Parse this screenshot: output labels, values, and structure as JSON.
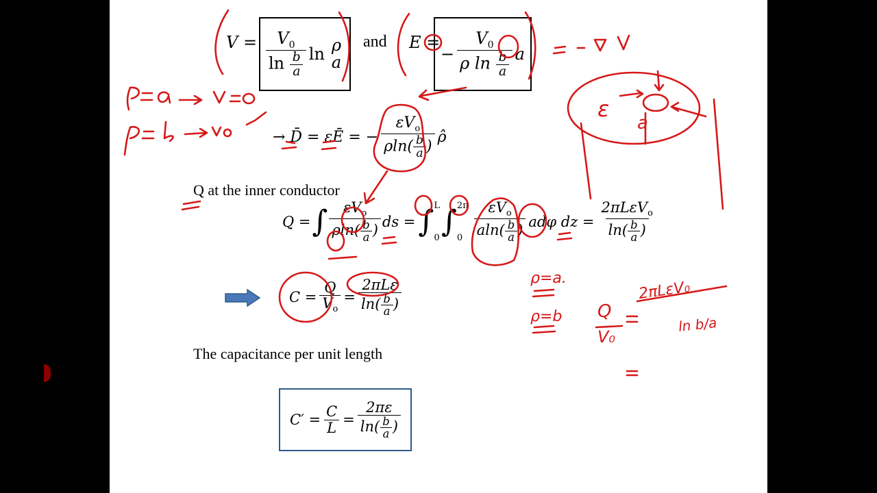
{
  "slide": {
    "heading_inner": "Q at the inner conductor",
    "heading_capacitance": "The capacitance per unit length"
  },
  "equations": {
    "V_lhs": "V =",
    "V_num": "V",
    "V_num_sub": "0",
    "V_ln": "ln",
    "V_rho": "ρ",
    "V_a": "a",
    "V_b": "b",
    "and": "and",
    "E_lhs": "E =",
    "E_minus": "−",
    "E_num": "V",
    "E_num_sub": "0",
    "E_rho_ln": "ρ ln",
    "E_a_hat": "a",
    "D_lhs": "→ D̄ = εĒ = −",
    "D_num": "εV",
    "D_num_sub": "o",
    "D_den_pre": "ρln(",
    "D_den_post": ")",
    "D_hat": "ρ̂",
    "Q_lhs": "Q =",
    "Q_num": "εV",
    "Q_num_sub": "o",
    "Q_den_pre": "ρln(",
    "Q_den_post": ")",
    "Q_ds": "ds =",
    "Q_lim_L": "L",
    "Q_lim_0": "0",
    "Q_lim_2pi": "2π",
    "Q_den2_pre": "aln(",
    "Q_rest": "adφ dz =",
    "Q_res_num": "2πLεV",
    "Q_res_den_pre": "ln(",
    "C_lhs": "C =",
    "C_Q": "Q",
    "C_V": "V",
    "C_eq": "=",
    "C_num": "2πLε",
    "Cp_lhs": "C′ =",
    "Cp_C": "C",
    "Cp_L": "L",
    "Cp_num": "2πε"
  },
  "handwriting": {
    "rho_a": "ρ = a → V = 0",
    "rho_b": "ρ = b → V₀",
    "grad": "= − ∇ V",
    "eps": "ε",
    "a_label": "a",
    "rho_eq_a": "ρ=a.",
    "rho_eq_b": "ρ=b",
    "Q_over_V": "Q",
    "V0": "V₀",
    "rhs_num": "2πLεV₀",
    "rhs_den": "ln b/a",
    "eq": "="
  },
  "colors": {
    "ink": "#d61818",
    "arrow": "#4a78b8",
    "box_border": "#2f5a8a"
  }
}
